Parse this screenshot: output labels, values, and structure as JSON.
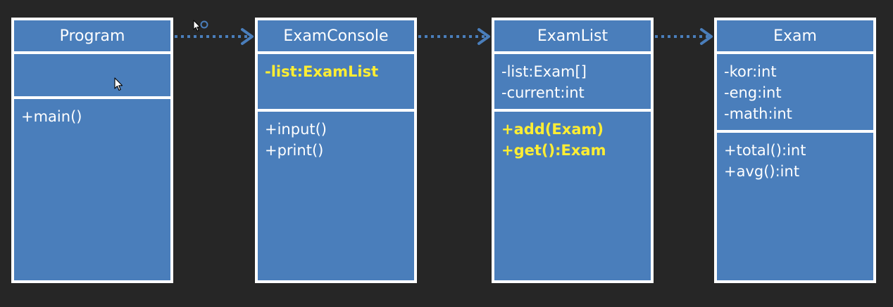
{
  "diagram": {
    "classes": [
      {
        "id": "program",
        "name": "Program",
        "attributes": [],
        "operations": [
          {
            "text": "+main()",
            "highlight": false
          }
        ]
      },
      {
        "id": "examconsole",
        "name": "ExamConsole",
        "attributes": [
          {
            "text": "-list:ExamList",
            "highlight": true
          }
        ],
        "operations": [
          {
            "text": "+input()",
            "highlight": false
          },
          {
            "text": "+print()",
            "highlight": false
          }
        ]
      },
      {
        "id": "examlist",
        "name": "ExamList",
        "attributes": [
          {
            "text": "-list:Exam[]",
            "highlight": false
          },
          {
            "text": "-current:int",
            "highlight": false
          }
        ],
        "operations": [
          {
            "text": "+add(Exam)",
            "highlight": true
          },
          {
            "text": "+get():Exam",
            "highlight": true
          }
        ]
      },
      {
        "id": "exam",
        "name": "Exam",
        "attributes": [
          {
            "text": "-kor:int",
            "highlight": false
          },
          {
            "text": "-eng:int",
            "highlight": false
          },
          {
            "text": "-math:int",
            "highlight": false
          }
        ],
        "operations": [
          {
            "text": "+total():int",
            "highlight": false
          },
          {
            "text": "+avg():int",
            "highlight": false
          }
        ]
      }
    ],
    "relations": [
      {
        "from": "program",
        "to": "examconsole",
        "type": "dependency"
      },
      {
        "from": "examconsole",
        "to": "examlist",
        "type": "dependency"
      },
      {
        "from": "examlist",
        "to": "exam",
        "type": "dependency"
      }
    ]
  },
  "colors": {
    "background": "#262626",
    "box_fill": "#4a7ebb",
    "box_border": "#ffffff",
    "text": "#ffffff",
    "highlight_text": "#ffee33",
    "arrow": "#4a7ebb"
  },
  "icons": {
    "mouse_cursor": "arrow-pointer-icon",
    "resize_cursor": "move-cursor-icon"
  }
}
